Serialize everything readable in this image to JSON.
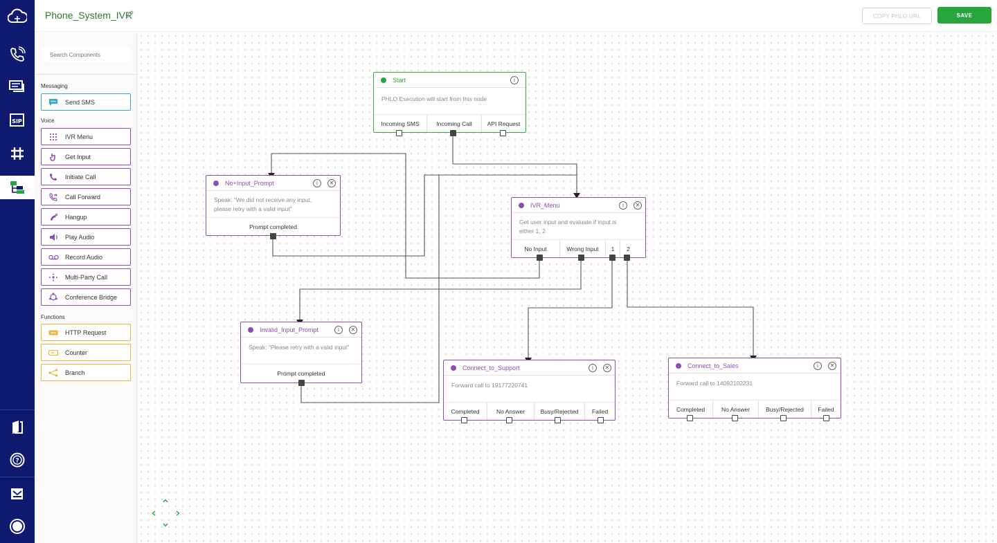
{
  "app": {
    "title": "Phone_System_IVR",
    "copy_label": "COPY PHLO URL",
    "save_label": "SAVE"
  },
  "rail": {
    "icons": [
      "cloud-logo-icon",
      "phone-icon",
      "messages-icon",
      "sip-icon",
      "hashtag-icon",
      "flow-icon",
      "book-icon",
      "help-icon",
      "store-icon",
      "account-icon"
    ]
  },
  "panel": {
    "search_placeholder": "Search Components",
    "sections": {
      "messaging": "Messaging",
      "voice": "Voice",
      "functions": "Functions"
    },
    "messaging": [
      {
        "label": "Send SMS",
        "icon": "sms-icon"
      }
    ],
    "voice": [
      {
        "label": "IVR Menu",
        "icon": "keypad-icon"
      },
      {
        "label": "Get Input",
        "icon": "get-input-icon"
      },
      {
        "label": "Initiate Call",
        "icon": "phone-icon"
      },
      {
        "label": "Call Forward",
        "icon": "call-forward-icon"
      },
      {
        "label": "Hangup",
        "icon": "hangup-icon"
      },
      {
        "label": "Play Audio",
        "icon": "speaker-icon"
      },
      {
        "label": "Record Audio",
        "icon": "voicemail-icon"
      },
      {
        "label": "Multi-Party Call",
        "icon": "multi-party-icon"
      },
      {
        "label": "Conference Bridge",
        "icon": "conference-icon"
      }
    ],
    "functions": [
      {
        "label": "HTTP Request",
        "icon": "http-icon"
      },
      {
        "label": "Counter",
        "icon": "counter-icon"
      },
      {
        "label": "Branch",
        "icon": "branch-icon"
      }
    ]
  },
  "nodes": {
    "start": {
      "title": "Start",
      "desc": "PHLO Execution will start from this node",
      "outputs": [
        "Incoming SMS",
        "Incoming Call",
        "API Request"
      ]
    },
    "no_input_prompt": {
      "title": "No+Input_Prompt",
      "desc1": "Speak: \"We did not receive any input,",
      "desc2": "please retry with a valid input\"",
      "outputs": [
        "Prompt completed"
      ]
    },
    "ivr_menu": {
      "title": "IVR_Menu",
      "desc1": "Get user input and evaluate if input is",
      "desc2": "either 1, 2",
      "outputs": [
        "No Input",
        "Wrong Input",
        "1",
        "2"
      ]
    },
    "invalid_input_prompt": {
      "title": "Invalid_Input_Prompt",
      "desc": "Speak: \"Please retry with a valid input\"",
      "outputs": [
        "Prompt completed"
      ]
    },
    "connect_to_support": {
      "title": "Connect_to_Support",
      "desc": "Forward call to 19177220741",
      "outputs": [
        "Completed",
        "No Answer",
        "Busy/Rejected",
        "Failed"
      ]
    },
    "connect_to_sales": {
      "title": "Connect_to_Sales",
      "desc": "Forward call to 14092102231",
      "outputs": [
        "Completed",
        "No Answer",
        "Busy/Rejected",
        "Failed"
      ]
    }
  },
  "colors": {
    "rail": "#0d1a6e",
    "accent_green": "#28a53d",
    "node_purple": "#8e4fb4",
    "messaging_blue": "#3aa7c7",
    "functions_yellow": "#e9b741"
  }
}
